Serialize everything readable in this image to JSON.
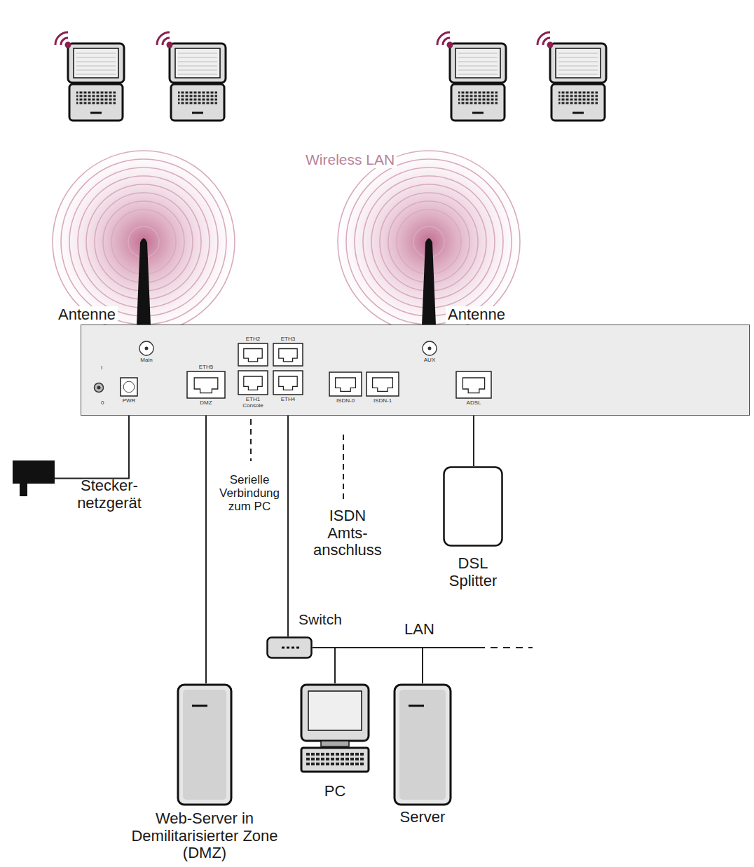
{
  "diagram": {
    "nodes": [
      {
        "text": [
          "I",
          "0"
        ]
      },
      {
        "text": [
          "Main"
        ],
        "in": 0
      },
      {
        "text": [
          "PWR"
        ],
        "in": 0
      },
      {
        "text": [
          "ETH5",
          "DMZ"
        ],
        "in": 0
      },
      {
        "text": [
          "ETH2"
        ],
        "in": 0
      },
      {
        "text": [
          "ETH3"
        ],
        "in": 0
      },
      {
        "text": [
          "ETH1",
          "Console"
        ],
        "in": 0
      },
      {
        "text": [
          "ETH4"
        ],
        "in": 0
      },
      {
        "text": [
          "ISDN-0"
        ],
        "in": 0
      },
      {
        "text": [
          "ISDN-1"
        ],
        "in": 0
      },
      {
        "text": [
          "AUX"
        ],
        "in": 0
      },
      {
        "text": [
          "ADSL"
        ],
        "in": 0
      },
      {
        "text": [
          "Stecker- netzgerät"
        ]
      },
      {
        "text": [
          "Web-Server in Demilitarisierter Zone (DMZ)"
        ]
      },
      {
        "text": [
          "Switch"
        ]
      },
      {
        "text": [
          "PC"
        ]
      },
      {
        "text": [
          "Server"
        ]
      },
      {
        "text": [
          "DSL Splitter"
        ]
      }
    ],
    "edges": [
      {
        "from": 2,
        "to": 12,
        "arrow": "none"
      },
      {
        "from": 3,
        "to": 13,
        "arrow": "none"
      },
      {
        "from": 7,
        "to": 14,
        "arrow": "none"
      },
      {
        "from": 14,
        "to": 15,
        "arrow": "none"
      },
      {
        "from": 14,
        "to": 16,
        "arrow": "none"
      },
      {
        "from": 11,
        "to": 17,
        "arrow": "none"
      }
    ],
    "labels": [
      "Wireless LAN",
      "Antenne",
      "Antenne",
      "Serielle Verbindung zum PC",
      "ISDN Amts- anschluss",
      "LAN"
    ]
  }
}
